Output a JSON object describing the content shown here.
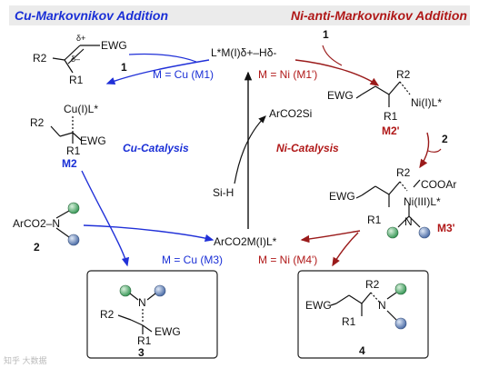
{
  "header": {
    "left_title": "Cu-Markovnikov Addition",
    "right_title": "Ni-anti-Markovnikov Addition"
  },
  "labels": {
    "center_hydride": "L*M(I)δ+–Hδ-",
    "m_cu_m1": "M = Cu (M1)",
    "m_ni_m1p": "M = Ni (M1')",
    "cu_catalysis": "Cu-Catalysis",
    "ni_catalysis": "Ni-Catalysis",
    "m_cu_m3": "M = Cu (M3)",
    "m_ni_m4p": "M = Ni (M4')",
    "carboxylate_metal": "ArCO2M(I)L*",
    "silane": "Si-H",
    "silyl_ester": "ArCO2Si",
    "cmpd_1_left": "1",
    "cmpd_1_right": "1",
    "cmpd_2_right": "2",
    "cmpd_2_left": "2",
    "cmpd_m2": "M2",
    "cmpd_m2p": "M2'",
    "cmpd_m3p": "M3'",
    "cmpd_3": "3",
    "cmpd_4": "4",
    "ewg": "EWG",
    "r1": "R1",
    "r2": "R2",
    "cu_il": "Cu(I)L*",
    "ni_il": "Ni(I)L*",
    "ni_iiil": "Ni(III)L*",
    "cooar": "COOAr",
    "arco2n": "ArCO2–N",
    "n": "N",
    "delta_plus": "δ+",
    "delta_minus": "δ–"
  },
  "watermark": "知乎 大数据"
}
